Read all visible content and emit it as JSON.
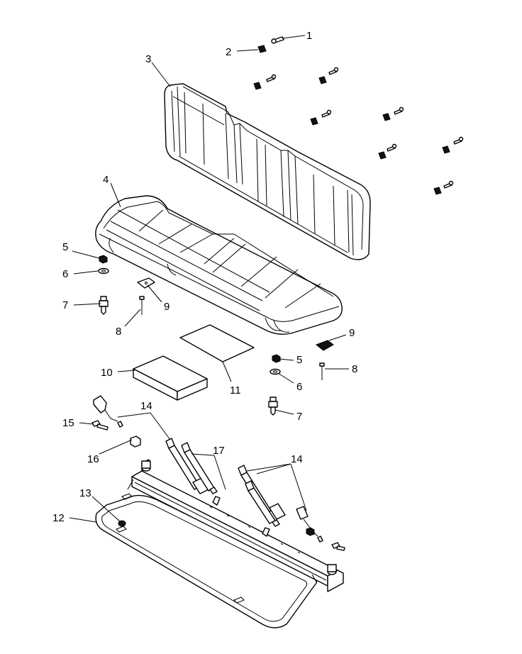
{
  "callouts": {
    "c1": "1",
    "c2": "2",
    "c3": "3",
    "c4": "4",
    "c5a": "5",
    "c6a": "6",
    "c7a": "7",
    "c8a": "8",
    "c9a": "9",
    "c5b": "5",
    "c6b": "6",
    "c7b": "7",
    "c8b": "8",
    "c9b": "9",
    "c10": "10",
    "c11": "11",
    "c12": "12",
    "c13": "13",
    "c14a": "14",
    "c14b": "14",
    "c15": "15",
    "c16": "16",
    "c17": "17"
  },
  "parts": [
    {
      "name": "seat-back-screw",
      "callout": "1"
    },
    {
      "name": "seat-back-clip-nut",
      "callout": "2"
    },
    {
      "name": "seat-back",
      "callout": "3"
    },
    {
      "name": "seat-bottom",
      "callout": "4"
    },
    {
      "name": "nut",
      "callout": "5"
    },
    {
      "name": "washer",
      "callout": "6"
    },
    {
      "name": "stud",
      "callout": "7"
    },
    {
      "name": "pin",
      "callout": "8"
    },
    {
      "name": "latch-plate",
      "callout": "9"
    },
    {
      "name": "foam-pad",
      "callout": "10"
    },
    {
      "name": "label-sheet",
      "callout": "11"
    },
    {
      "name": "seat-frame",
      "callout": "12"
    },
    {
      "name": "grommet",
      "callout": "13"
    },
    {
      "name": "seat-belt-assembly",
      "callout": "14"
    },
    {
      "name": "bolt",
      "callout": "15"
    },
    {
      "name": "spacer",
      "callout": "16"
    },
    {
      "name": "seat-belt-pair",
      "callout": "17"
    }
  ]
}
